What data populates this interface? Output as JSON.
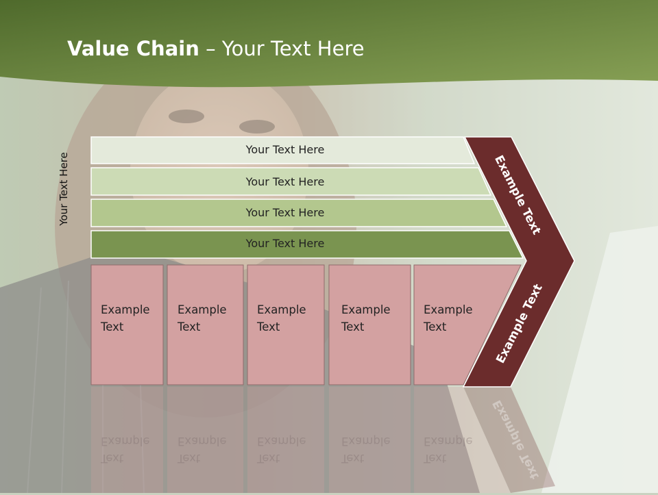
{
  "slide": {
    "title_bold": "Value Chain",
    "title_rest": " – Your Text Here",
    "vertical_label": "Your Text Here",
    "rows": [
      {
        "label": "Your Text Here"
      },
      {
        "label": "Your Text Here"
      },
      {
        "label": "Your Text Here"
      },
      {
        "label": "Your Text Here"
      }
    ],
    "boxes": [
      {
        "line1": "Example",
        "line2": "Text"
      },
      {
        "line1": "Example",
        "line2": "Text"
      },
      {
        "line1": "Example",
        "line2": "Text"
      },
      {
        "line1": "Example",
        "line2": "Text"
      },
      {
        "line1": "Example",
        "line2": "Text"
      }
    ],
    "chevron_upper": "Example Text",
    "chevron_lower": "Example Text"
  },
  "colors": {
    "title_band": "#5f7a3a",
    "row_fills": [
      "#e4eadb",
      "#ccdbb5",
      "#b3c78e",
      "#7a9450"
    ],
    "box_fill": "#d3a1a1",
    "chevron_fill": "#6b2c2c"
  }
}
